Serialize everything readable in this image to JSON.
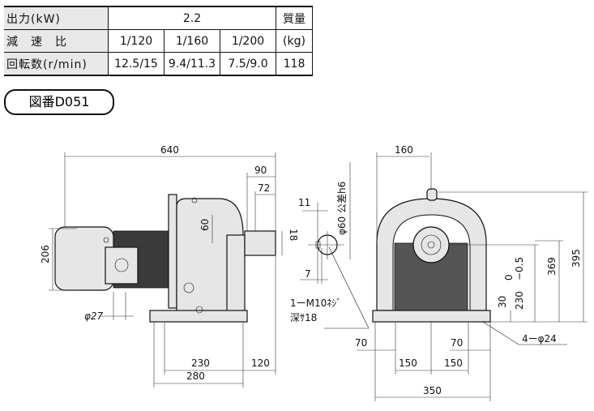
{
  "spec_table": {
    "output_label": "出力(kW)",
    "output_value": "2.2",
    "mass_label": "質量",
    "mass_unit": "(kg)",
    "ratio_label": "減　速　比",
    "ratios": [
      "1/120",
      "1/160",
      "1/200"
    ],
    "speed_label": "回転数(r/min)",
    "speeds": [
      "12.5/15",
      "9.4/11.3",
      "7.5/9.0"
    ],
    "mass_value": "118"
  },
  "drawing_number": "図番D051",
  "dimensions": {
    "overall_length": "640",
    "shaft_90": "90",
    "shaft_72": "72",
    "height_206": "206",
    "shaft_center_60": "60",
    "motor_dia": "φ27",
    "base_230": "230",
    "base_280": "280",
    "base_120": "120",
    "key_11": "11",
    "key_18": "18",
    "key_7": "7",
    "shaft_dia": "φ60 公差h6",
    "tap_note_1": "1ーM10ﾈｼﾞ",
    "tap_note_2": "深ｻ18",
    "front_160": "160",
    "total_height": "395",
    "height_369": "369",
    "center_height": "230",
    "center_tol_upper": "0",
    "center_tol_lower": "−0.5",
    "base_thick": "30",
    "hole_spec": "4ーφ24",
    "pitch_70a": "70",
    "pitch_70b": "70",
    "pitch_150a": "150",
    "pitch_150b": "150",
    "width_350": "350"
  }
}
